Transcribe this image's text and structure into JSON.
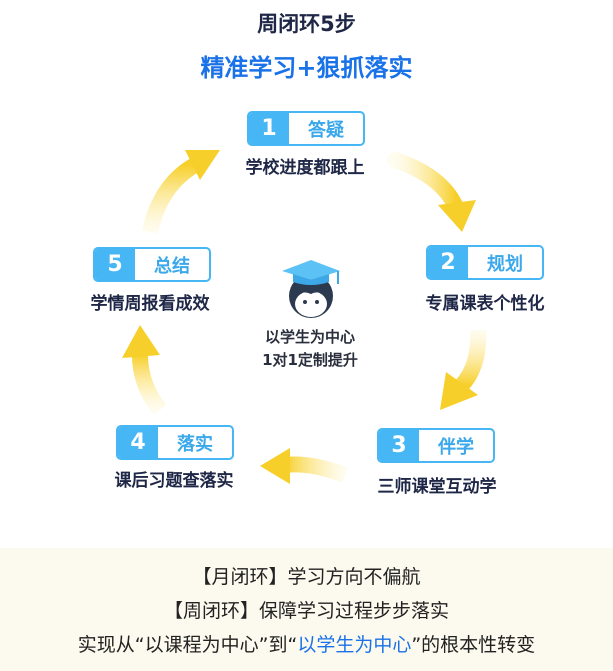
{
  "title": "周闭环5步",
  "subtitle": "精准学习+狠抓落实",
  "steps": [
    {
      "num": "1",
      "label": "答疑",
      "desc": "学校进度都跟上"
    },
    {
      "num": "2",
      "label": "规划",
      "desc": "专属课表个性化"
    },
    {
      "num": "3",
      "label": "伴学",
      "desc": "三师课堂互动学"
    },
    {
      "num": "4",
      "label": "落实",
      "desc": "课后习题查落实"
    },
    {
      "num": "5",
      "label": "总结",
      "desc": "学情周报看成效"
    }
  ],
  "center": {
    "line1": "以学生为中心",
    "line2": "1对1定制提升",
    "icon": "student-graduation-cap-icon"
  },
  "footer": {
    "line1": "【月闭环】学习方向不偏航",
    "line2": "【周闭环】保障学习过程步步落实",
    "line3_pre": "实现从“以课程为中心”到“",
    "line3_highlight": "以学生为中心",
    "line3_post": "”的根本性转变"
  },
  "colors": {
    "accent": "#1a72e8",
    "badge": "#46b6f4",
    "arrow": "#f7cf2a",
    "footer_bg": "#fcfaee"
  }
}
